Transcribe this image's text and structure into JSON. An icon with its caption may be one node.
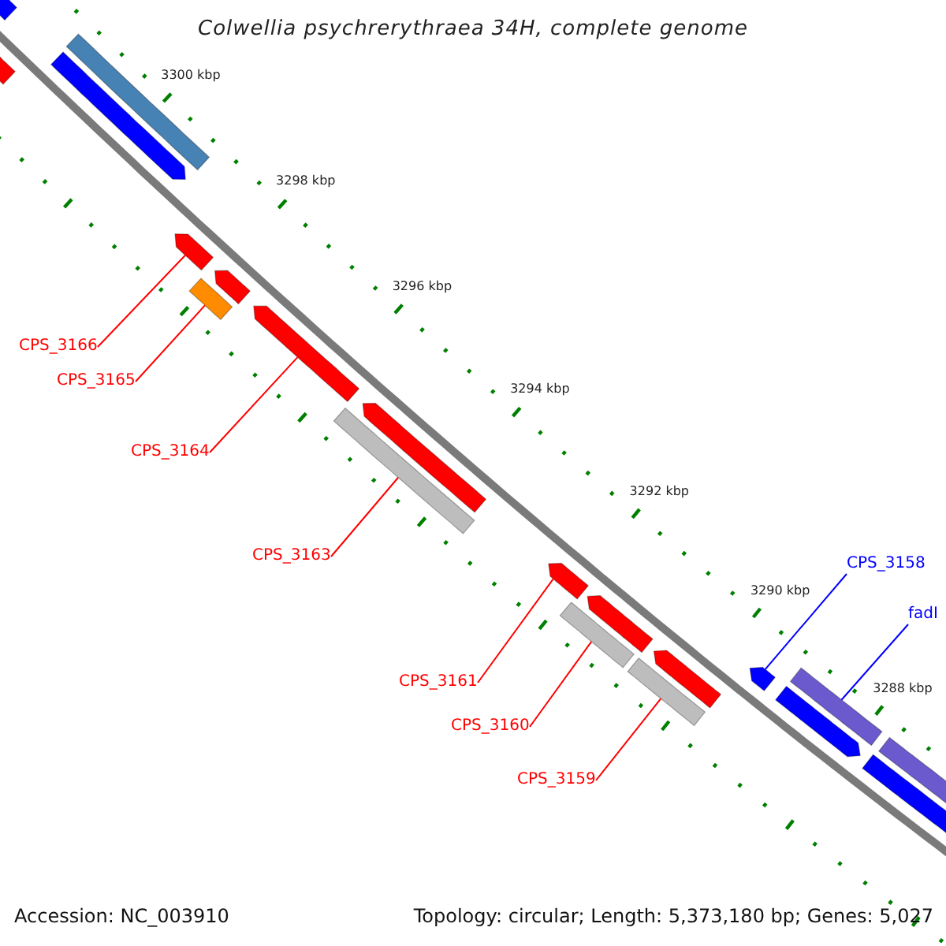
{
  "diagram": {
    "title": "Colwellia psychrerythraea 34H, complete genome",
    "nodes": [
      {
        "text": [
          "CPS_3166"
        ]
      },
      {
        "text": [
          "CPS_3165"
        ]
      },
      {
        "text": [
          "CPS_3164"
        ]
      },
      {
        "text": [
          "CPS_3163"
        ]
      },
      {
        "text": [
          "CPS_3158"
        ]
      },
      {
        "text": [
          "fadI"
        ]
      },
      {
        "text": [
          "CPS_3161"
        ]
      },
      {
        "text": [
          "CPS_3160"
        ]
      },
      {
        "text": [
          "CPS_3159"
        ]
      },
      {
        "text": [],
        "shape": "bar"
      },
      {
        "text": [],
        "shape": "bar"
      },
      {
        "text": [],
        "shape": "bar"
      },
      {
        "text": [],
        "shape": "pentagon"
      },
      {
        "text": [],
        "shape": "pentagon"
      },
      {
        "text": [],
        "shape": "pentagon"
      },
      {
        "text": [],
        "shape": "bar"
      },
      {
        "text": [],
        "shape": "pentagon"
      },
      {
        "text": [],
        "shape": "pentagon"
      },
      {
        "text": [],
        "shape": "bar"
      },
      {
        "text": [],
        "shape": "pentagon"
      },
      {
        "text": [],
        "shape": "pentagon"
      },
      {
        "text": [],
        "shape": "pentagon"
      },
      {
        "text": [],
        "shape": "bar"
      },
      {
        "text": [],
        "shape": "bar"
      },
      {
        "text": [],
        "shape": "pentagon"
      },
      {
        "text": [],
        "shape": "pentagon"
      },
      {
        "text": [],
        "shape": "pentagon"
      },
      {
        "text": [],
        "shape": "bar"
      },
      {
        "text": [],
        "shape": "bar"
      }
    ],
    "edges": [
      {
        "from": 0,
        "to": 13,
        "arrow": "none"
      },
      {
        "from": 1,
        "to": 15,
        "arrow": "none"
      },
      {
        "from": 2,
        "to": 16,
        "arrow": "none"
      },
      {
        "from": 3,
        "to": 18,
        "arrow": "none"
      },
      {
        "from": 4,
        "to": 24,
        "arrow": "none",
        "color": "#0000ff"
      },
      {
        "from": 5,
        "to": 27,
        "arrow": "none",
        "color": "#0000ff"
      },
      {
        "from": 6,
        "to": 19,
        "arrow": "none"
      },
      {
        "from": 7,
        "to": 22,
        "arrow": "none"
      },
      {
        "from": 8,
        "to": 23,
        "arrow": "none"
      }
    ],
    "labels": [
      "3300 kbp",
      "3298 kbp",
      "3296 kbp",
      "3294 kbp",
      "3292 kbp",
      "3290 kbp",
      "3288 kbp",
      "Accession: NC_003910",
      "Topology: circular; Length: 5,373,180 bp; Genes: 5,027"
    ]
  }
}
